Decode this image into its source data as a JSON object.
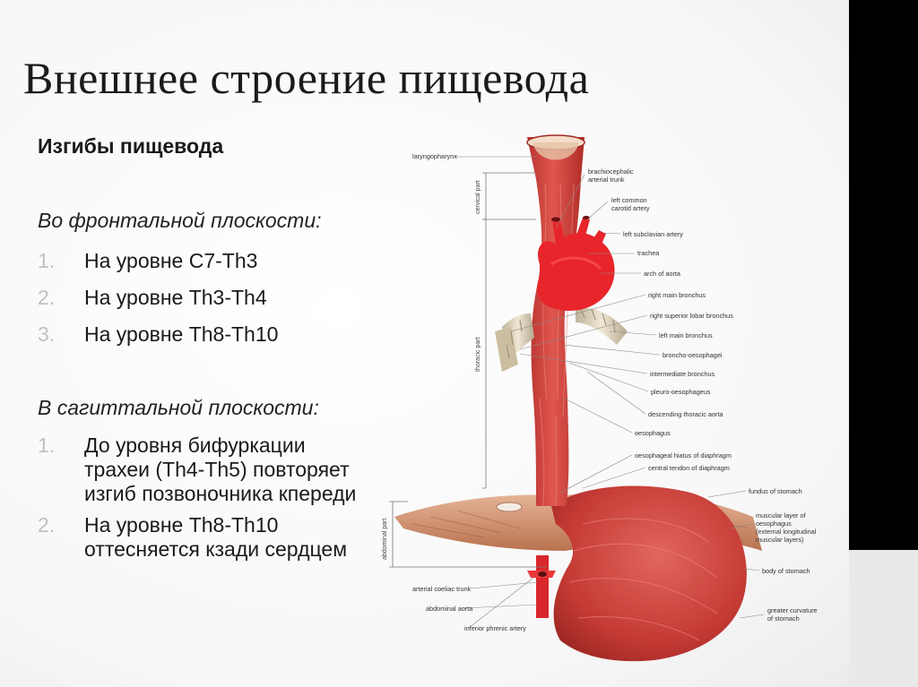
{
  "title": "Внешнее строение пищевода",
  "subtitle": "Изгибы пищевода",
  "frontal": {
    "heading": "Во фронтальной плоскости:",
    "items": [
      {
        "num": "1.",
        "text": "На уровне С7-Th3"
      },
      {
        "num": "2.",
        "text": "На уровне Th3-Th4"
      },
      {
        "num": "3.",
        "text": "На уровне Th8-Th10"
      }
    ]
  },
  "sagittal": {
    "heading": "В сагиттальной плоскости:",
    "items": [
      {
        "num": "1.",
        "text": "До уровня бифуркации трахеи (Th4-Th5) повторяет изгиб позвоночника кпереди"
      },
      {
        "num": "2.",
        "text": "На уровне Th8-Th10 оттесняется кзади сердцем"
      }
    ]
  },
  "figure": {
    "labels": {
      "laryngopharynx": "laryngopharynx",
      "brachio1": "brachiocephalic",
      "brachio2": "arterial trunk",
      "carotid1": "left common",
      "carotid2": "carotid artery",
      "subclavian": "left subclavian artery",
      "trachea": "trachea",
      "arch": "arch of aorta",
      "right_main": "right main bronchus",
      "right_superior": "right superior lobar bronchus",
      "left_main": "left main bronchus",
      "broncho": "broncho-oesophagei",
      "intermediate": "intermediate bronchus",
      "pleuro": "pleuro-oesophageus",
      "descending": "descending thoracic aorta",
      "oesophagus": "oesophagus",
      "hiatus": "oesophageal hiatus of diaphragm",
      "tendon": "central tendon of diaphragm",
      "fundus": "fundus of stomach",
      "muscular1": "muscular layer of",
      "muscular2": "oesophagus",
      "muscular3": "(external longitudinal",
      "muscular4": "muscular layers)",
      "body": "body of stomach",
      "coeliac": "arterial coeliac trunk",
      "abdominal_aorta": "abdominal aorta",
      "phrenic": "inferior phrenic artery",
      "curvature1": "greater curvature",
      "curvature2": "of stomach"
    },
    "parts": {
      "cervical": "cervical part",
      "thoracic": "thoracic part",
      "abdominal": "abdominal part"
    },
    "colors": {
      "muscle": "#d8453f",
      "muscle_light": "#e86a62",
      "aorta": "#e8262a",
      "trachea": "#d9cfb8",
      "diaphragm": "#c98b6a"
    }
  }
}
